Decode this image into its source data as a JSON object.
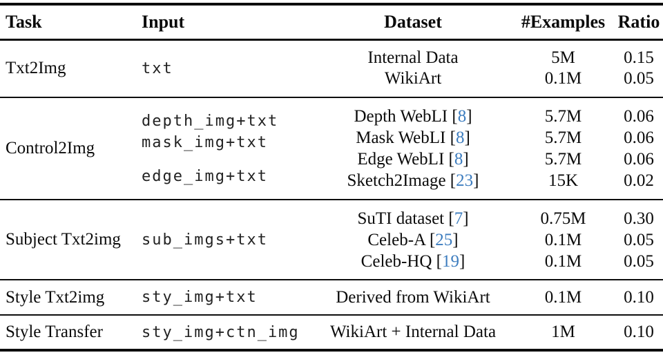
{
  "table": {
    "citation_color": "#3d7dbf",
    "headers": {
      "task": "Task",
      "input": "Input",
      "dataset": "Dataset",
      "examples": "#Examples",
      "ratio": "Ratio"
    },
    "sections": [
      {
        "id": "txt2img",
        "task": "Txt2Img",
        "inputs": [
          "txt"
        ],
        "rows": [
          {
            "dataset": "Internal Data",
            "cite": null,
            "examples": "5M",
            "ratio": "0.15"
          },
          {
            "dataset": "WikiArt",
            "cite": null,
            "examples": "0.1M",
            "ratio": "0.05"
          }
        ]
      },
      {
        "id": "control2img",
        "task": "Control2Img",
        "inputs": [
          "depth_img+txt",
          "mask_img+txt",
          "edge_img+txt"
        ],
        "rows": [
          {
            "dataset": "Depth WebLI",
            "cite": "8",
            "examples": "5.7M",
            "ratio": "0.06"
          },
          {
            "dataset": "Mask WebLI",
            "cite": "8",
            "examples": "5.7M",
            "ratio": "0.06"
          },
          {
            "dataset": "Edge WebLI",
            "cite": "8",
            "examples": "5.7M",
            "ratio": "0.06"
          },
          {
            "dataset": "Sketch2Image",
            "cite": "23",
            "examples": "15K",
            "ratio": "0.02"
          }
        ]
      },
      {
        "id": "subject-txt2img",
        "task": "Subject Txt2img",
        "inputs": [
          "sub_imgs+txt"
        ],
        "rows": [
          {
            "dataset": "SuTI dataset",
            "cite": "7",
            "examples": "0.75M",
            "ratio": "0.30"
          },
          {
            "dataset": "Celeb-A",
            "cite": "25",
            "examples": "0.1M",
            "ratio": "0.05"
          },
          {
            "dataset": "Celeb-HQ",
            "cite": "19",
            "examples": "0.1M",
            "ratio": "0.05"
          }
        ]
      },
      {
        "id": "style-txt2img",
        "task": "Style Txt2img",
        "inputs": [
          "sty_img+txt"
        ],
        "rows": [
          {
            "dataset": "Derived from WikiArt",
            "cite": null,
            "examples": "0.1M",
            "ratio": "0.10"
          }
        ]
      },
      {
        "id": "style-transfer",
        "task": "Style Transfer",
        "inputs": [
          "sty_img+ctn_img"
        ],
        "rows": [
          {
            "dataset": "WikiArt + Internal Data",
            "cite": null,
            "examples": "1M",
            "ratio": "0.10"
          }
        ]
      }
    ]
  }
}
